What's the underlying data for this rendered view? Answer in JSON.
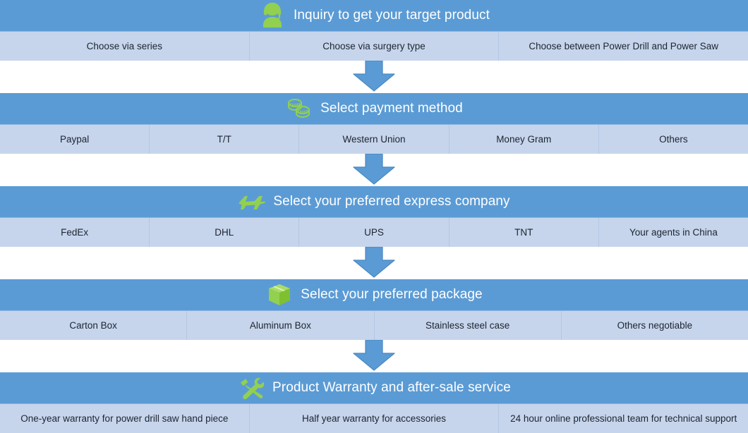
{
  "flow": {
    "title": "Inquiry to get your target product",
    "accent_header_color": "#5b9bd5",
    "option_row_color": "#c6d5ec",
    "icon_color": "#92d050",
    "text_color_header": "#ffffff",
    "text_color_option": "#1d2430",
    "arrow_color": "#5b9bd5",
    "sections": [
      {
        "icon": "headset-person-icon",
        "title": "Inquiry to get your target product",
        "options": [
          "Choose via series",
          "Choose via surgery type",
          "Choose  between Power Drill and Power Saw"
        ]
      },
      {
        "icon": "coins-icon",
        "title": "Select payment method",
        "options": [
          "Paypal",
          "T/T",
          "Western Union",
          "Money Gram",
          "Others"
        ]
      },
      {
        "icon": "airplane-icon",
        "title": "Select your preferred express company",
        "options": [
          "FedEx",
          "DHL",
          "UPS",
          "TNT",
          "Your agents in China"
        ]
      },
      {
        "icon": "package-box-icon",
        "title": "Select your preferred package",
        "options": [
          "Carton Box",
          "Aluminum Box",
          "Stainless steel case",
          "Others negotiable"
        ]
      },
      {
        "icon": "hammer-wrench-icon",
        "title": "Product Warranty and after-sale service",
        "options": [
          "One-year warranty for power drill saw hand piece",
          "Half year warranty for accessories",
          "24 hour online professional team for technical support"
        ]
      }
    ]
  }
}
